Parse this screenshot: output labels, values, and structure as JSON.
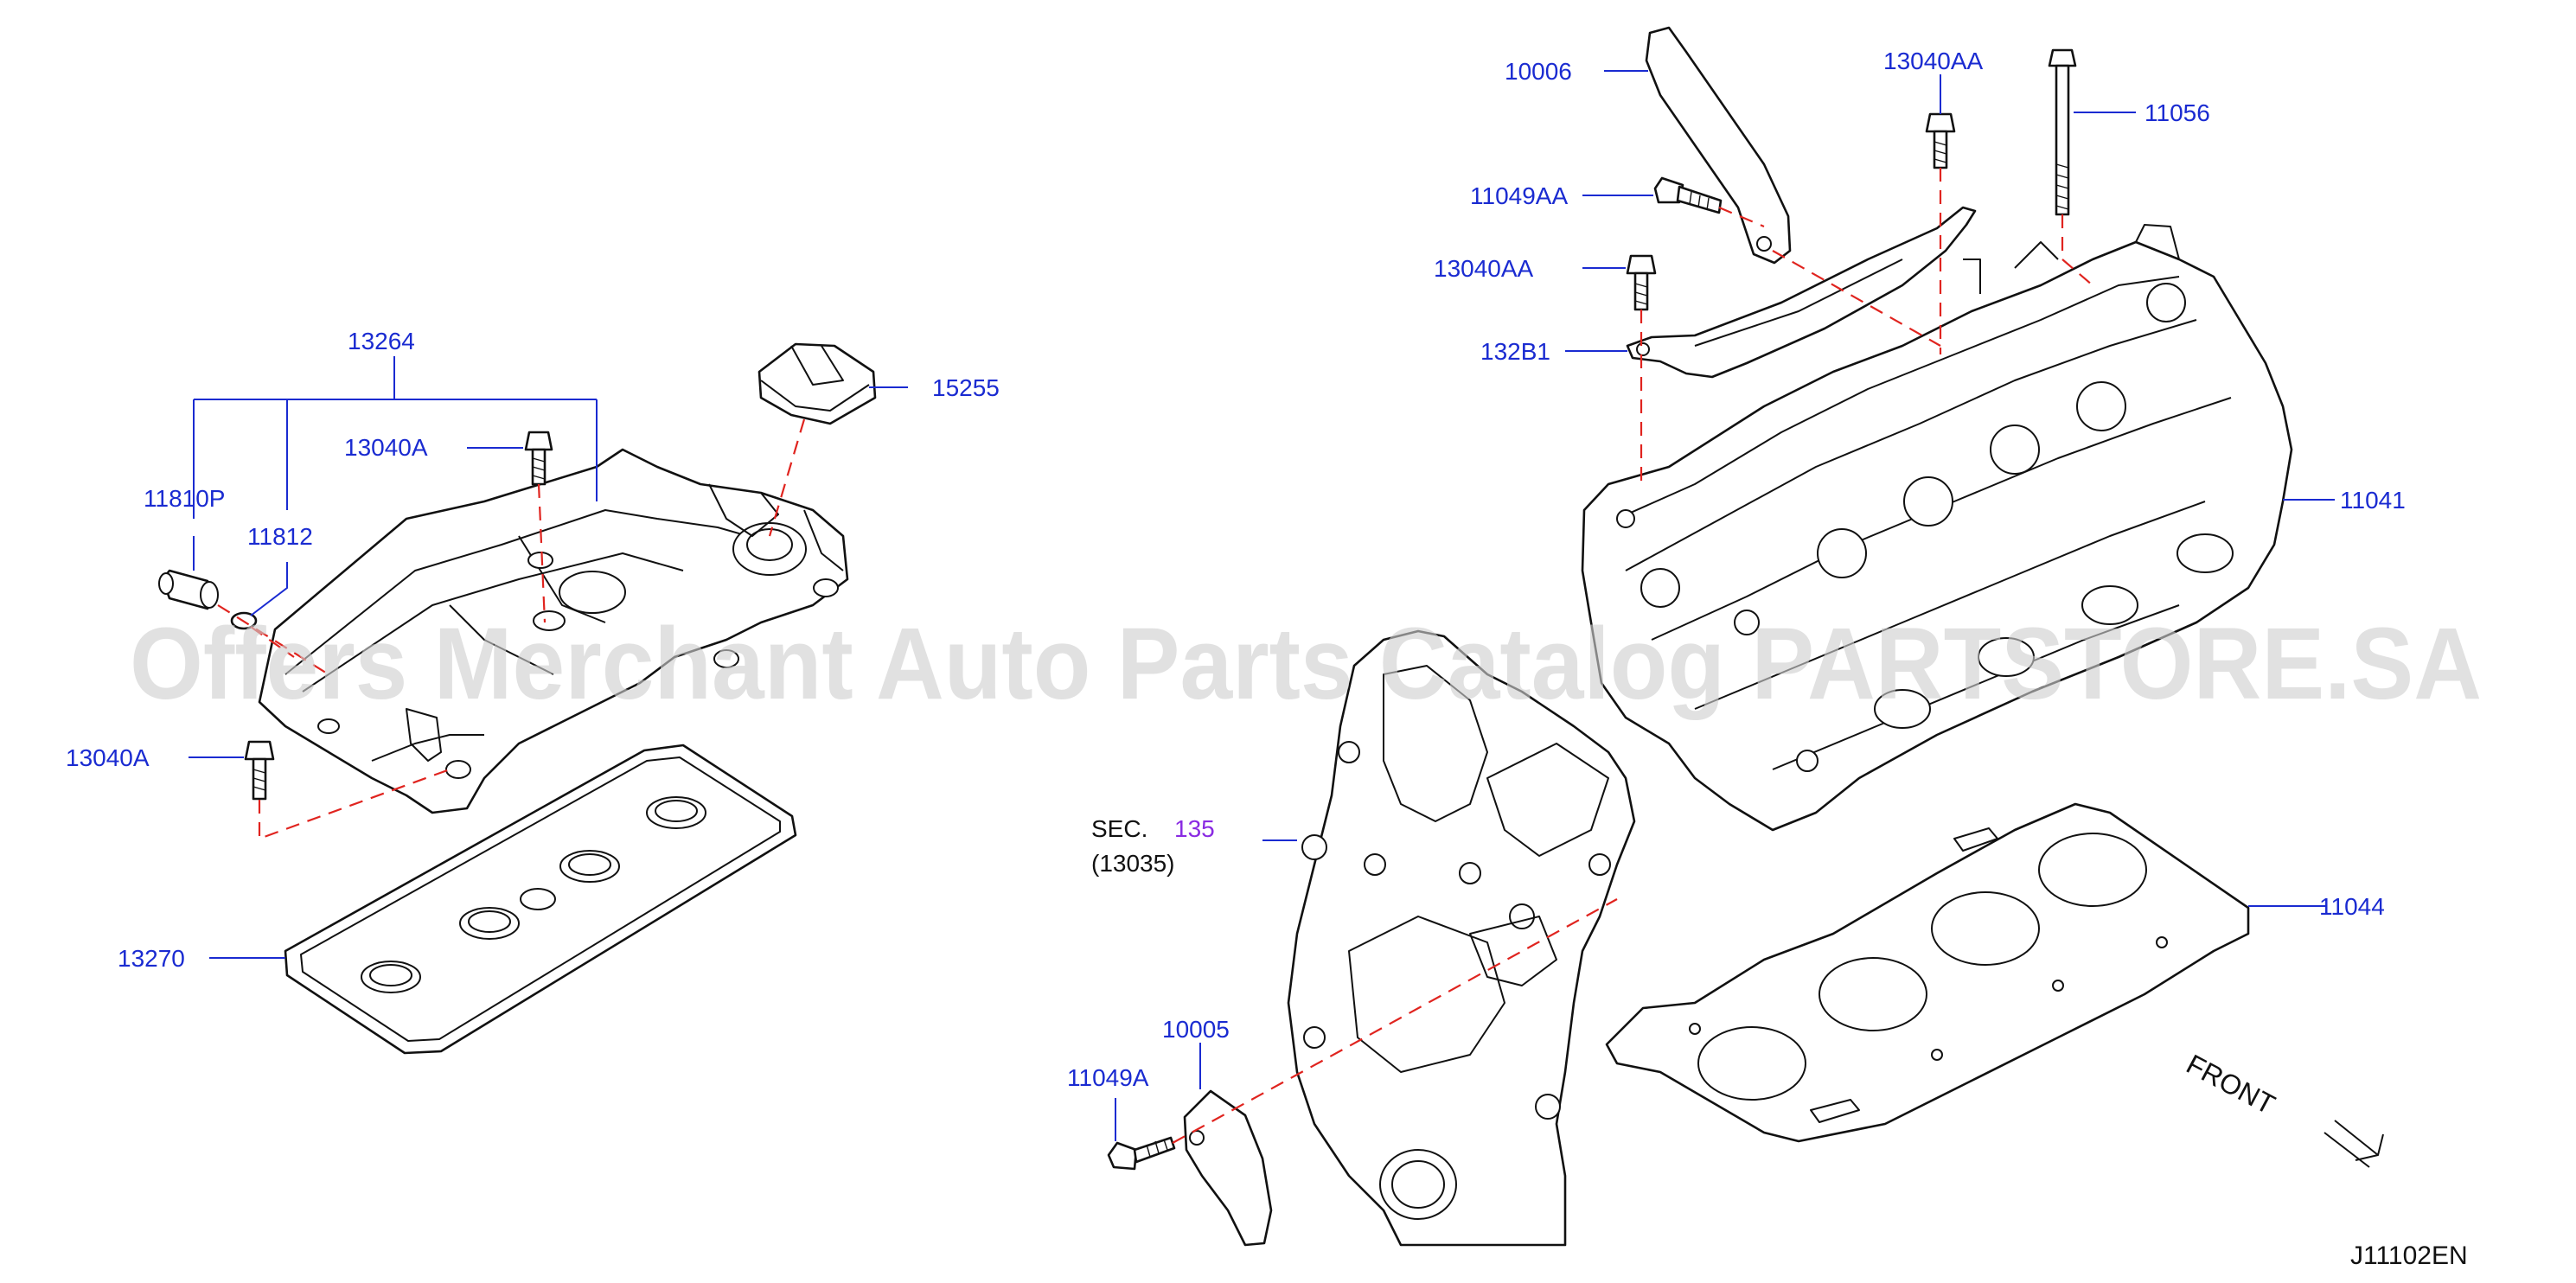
{
  "labels": {
    "p13264": "13264",
    "p11810P": "11810P",
    "p11812": "11812",
    "p13040A_top": "13040A",
    "p13040A_bottom": "13040A",
    "p15255": "15255",
    "p13270": "13270",
    "p10006": "10006",
    "p13040AA_top": "13040AA",
    "p11056": "11056",
    "p11049AA": "11049AA",
    "p13040AA_mid": "13040AA",
    "p132B1": "132B1",
    "p11041": "11041",
    "p11044": "11044",
    "p10005": "10005",
    "p11049A": "11049A",
    "sec_prefix": "SEC.",
    "sec_number": "135",
    "sec_sub": "(13035)"
  },
  "front_label": "FRONT",
  "diagram_code": "J11102EN",
  "watermark": "Offers Merchant Auto Parts Catalog PARTSTORE.SA",
  "colors": {
    "label_blue": "#1a2bd1",
    "section_purple": "#8a2be2",
    "leader_dash_red": "#e0241f",
    "line_black": "#111111"
  }
}
